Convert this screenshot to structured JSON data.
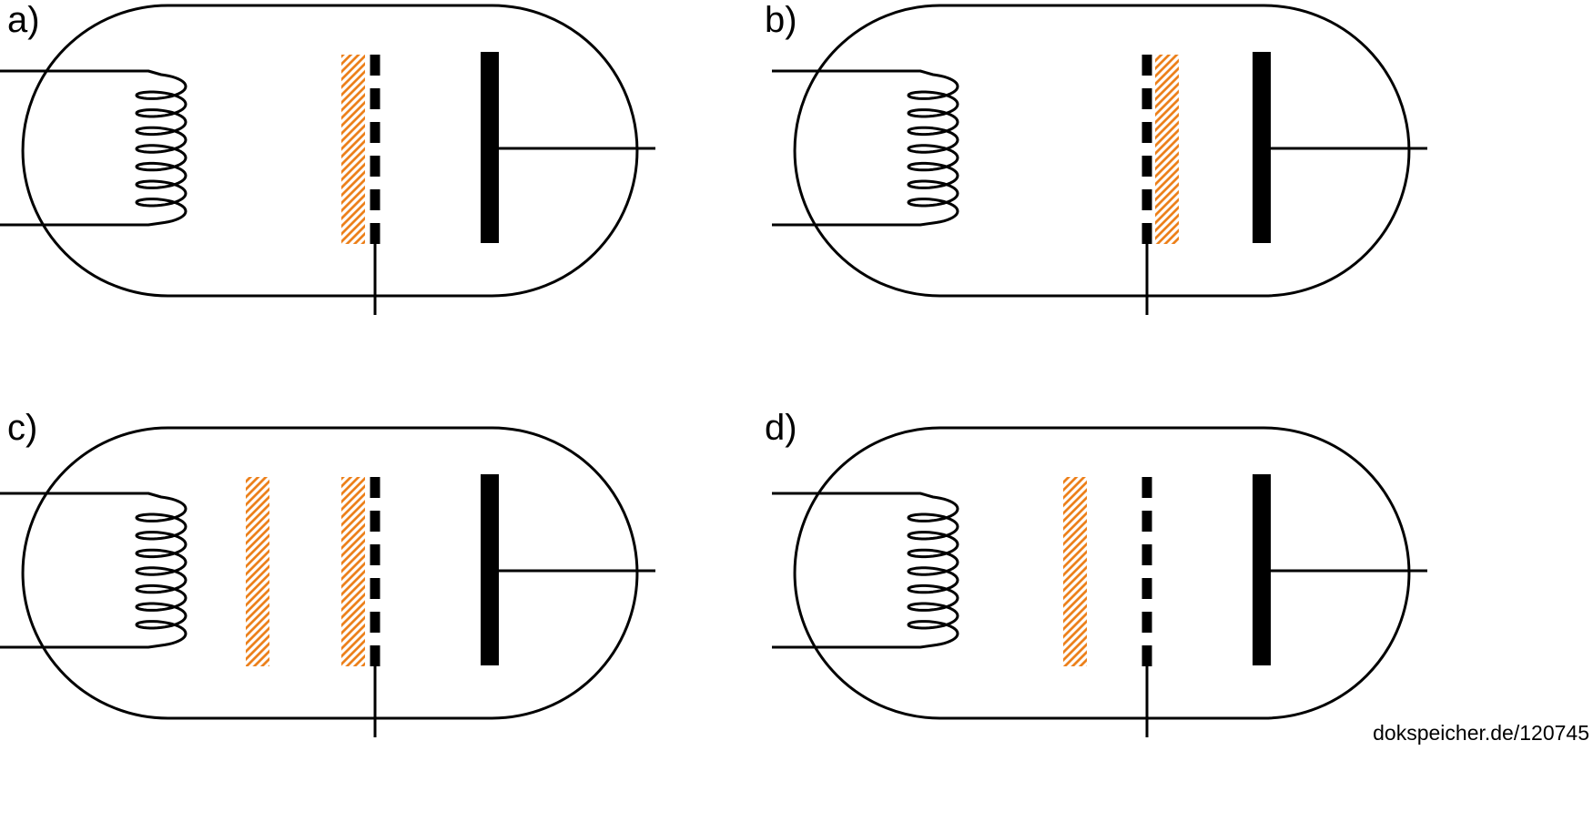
{
  "page": {
    "background": "#ffffff",
    "watermark": "dokspeicher.de/120745"
  },
  "colors": {
    "line": "#000000",
    "hatch_orange": "#ec7d15"
  },
  "panels": [
    {
      "id": "a",
      "label": "a)",
      "hatch_bars": [
        "adjacent-left-of-grid"
      ]
    },
    {
      "id": "b",
      "label": "b)",
      "hatch_bars": [
        "adjacent-right-of-grid"
      ]
    },
    {
      "id": "c",
      "label": "c)",
      "hatch_bars": [
        "near-cathode",
        "adjacent-left-of-grid"
      ]
    },
    {
      "id": "d",
      "label": "d)",
      "hatch_bars": [
        "between-cathode-and-grid"
      ]
    }
  ]
}
